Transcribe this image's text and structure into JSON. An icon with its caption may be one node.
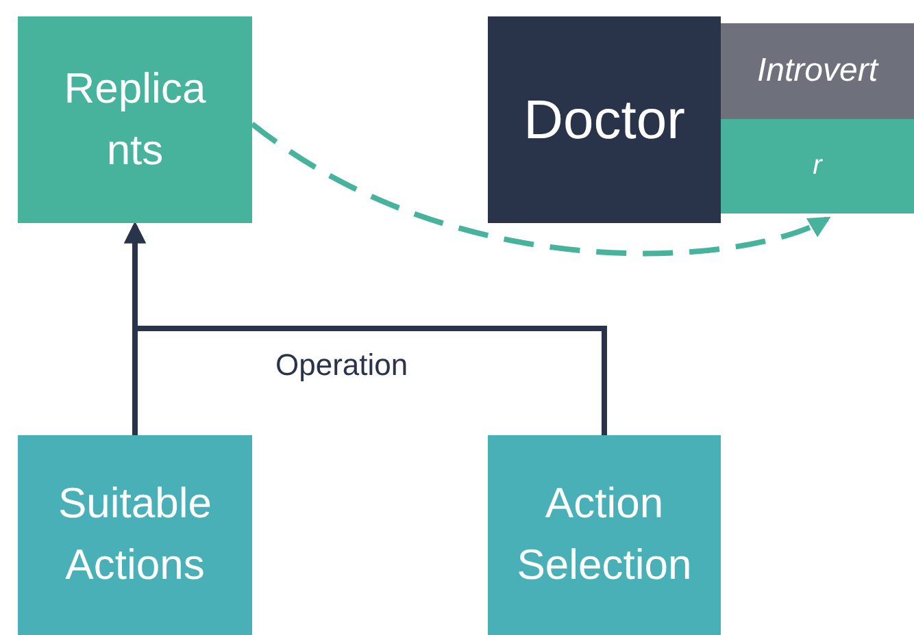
{
  "diagram": {
    "nodes": [
      {
        "text": [
          "Replicants"
        ]
      },
      {
        "text": [
          "Doctor"
        ]
      },
      {
        "text": [
          "Introvert"
        ]
      },
      {
        "text": [
          "r"
        ]
      },
      {
        "text": [
          "Suitable Actions"
        ]
      },
      {
        "text": [
          "Action Selection"
        ]
      }
    ],
    "edges": [
      {
        "from": 4,
        "to": 0,
        "arrow": "to"
      },
      {
        "from": 5,
        "to": 0,
        "arrow": "to",
        "label": "Operation"
      },
      {
        "from": 0,
        "to": 3,
        "arrow": "to",
        "style": "dashed",
        "color": "#47b39c"
      }
    ]
  }
}
